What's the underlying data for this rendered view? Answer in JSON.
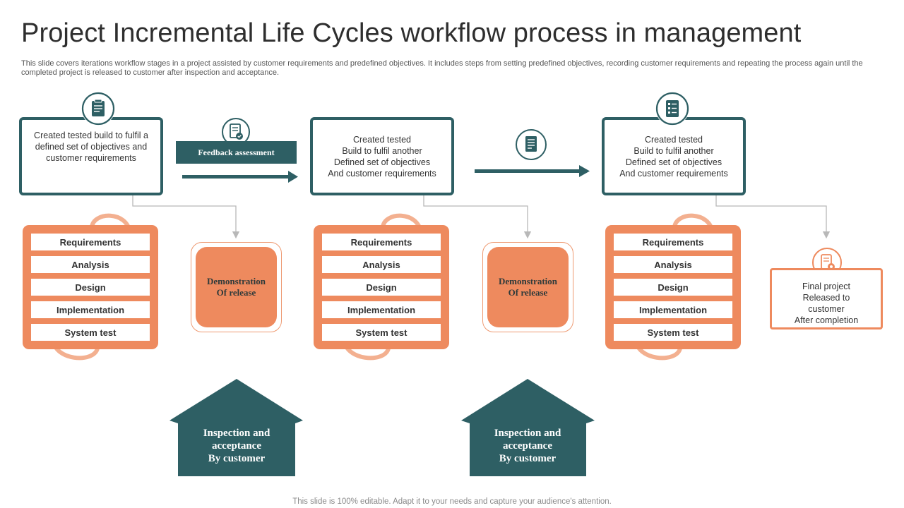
{
  "title": "Project Incremental Life Cycles workflow process in management",
  "description": "This slide covers iterations workflow stages in a project assisted by customer requirements and predefined objectives. It includes steps from setting predefined objectives, recording customer requirements and repeating the process again until the completed project is released to customer after inspection and acceptance.",
  "feedback_label": "Feedback assessment",
  "iterations": [
    {
      "build_text": "Created tested build to fulfil a defined set of objectives and customer requirements",
      "icon": "clipboard-icon",
      "stages": [
        "Requirements",
        "Analysis",
        "Design",
        "Implementation",
        "System test"
      ],
      "demo_text": "Demonstration\nOf release",
      "inspection_text": "Inspection and\nacceptance\nBy customer"
    },
    {
      "build_text": "Created tested\nBuild to fulfil another\nDefined set of objectives\nAnd customer requirements",
      "stages": [
        "Requirements",
        "Analysis",
        "Design",
        "Implementation",
        "System test"
      ],
      "demo_text": "Demonstration\nOf release",
      "inspection_text": "Inspection and\nacceptance\nBy customer"
    },
    {
      "build_text": "Created tested\nBuild to fulfil another\nDefined set of objectives\nAnd customer requirements",
      "icon": "checklist-icon",
      "stages": [
        "Requirements",
        "Analysis",
        "Design",
        "Implementation",
        "System test"
      ]
    }
  ],
  "final_text": "Final project\nReleased to\ncustomer\nAfter completion",
  "footer": "This slide is 100% editable. Adapt it to your needs and capture your audience's attention.",
  "colors": {
    "teal": "#2e5f64",
    "orange": "#ee8a5e",
    "light_orange": "#f3b090"
  }
}
